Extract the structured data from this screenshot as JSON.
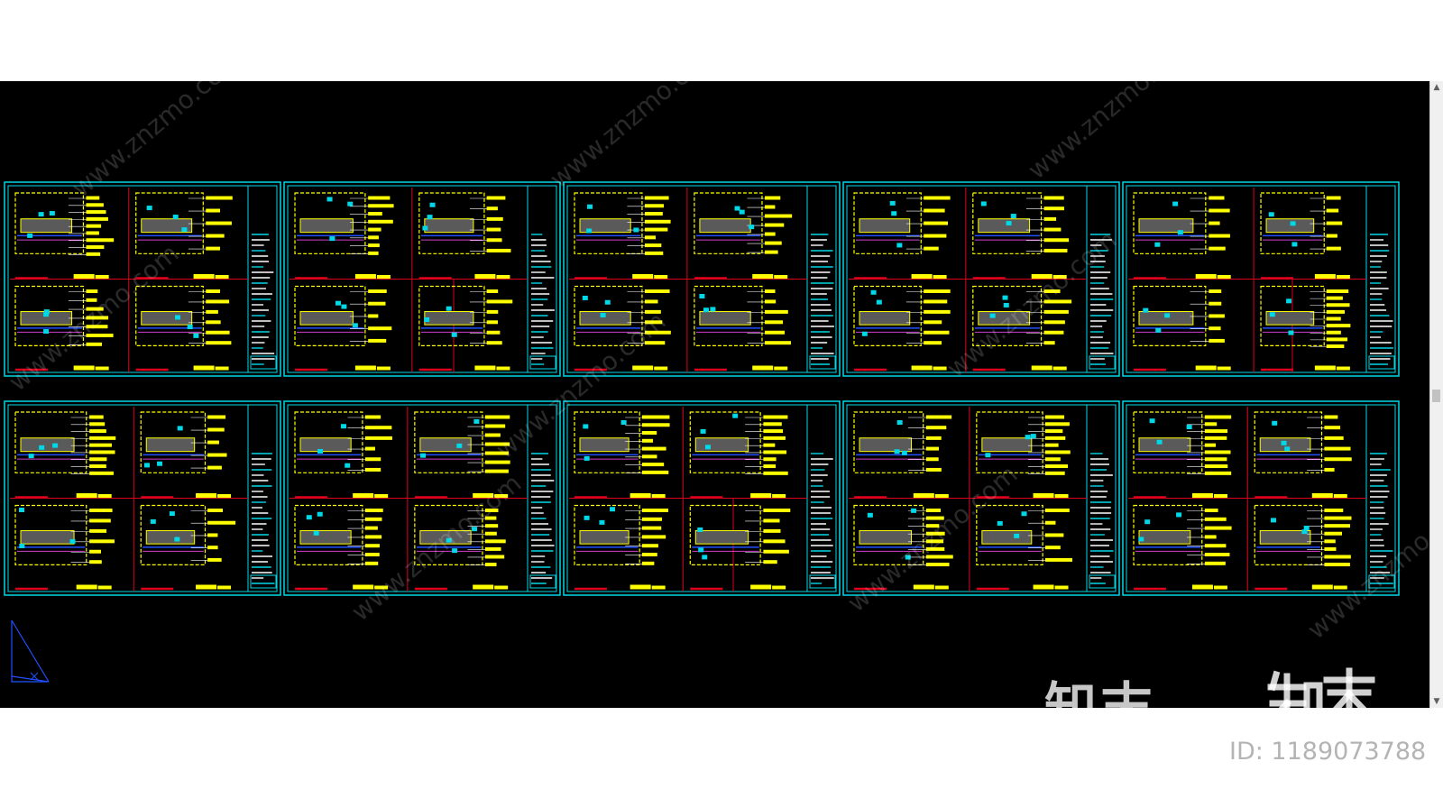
{
  "app": {
    "title": "CAD model space",
    "background": "#000000"
  },
  "colors": {
    "frame": "#00d8e8",
    "divider": "#e0001c",
    "ink": "#ffff00",
    "accent_blue": "#2050ff",
    "accent_magenta": "#d040d0",
    "dim_gray": "#5a5a5a"
  },
  "sheets": {
    "rows": 2,
    "per_row": 5,
    "content": "detail drawings"
  },
  "ucs_icon": "ucs-triangle-icon",
  "watermark": {
    "url_text": "www.znzmo.com",
    "brand_text": "知末",
    "id_text": "ID: 1189073788"
  },
  "scrollbar": {
    "up_icon": "▲",
    "down_icon": "▼"
  }
}
